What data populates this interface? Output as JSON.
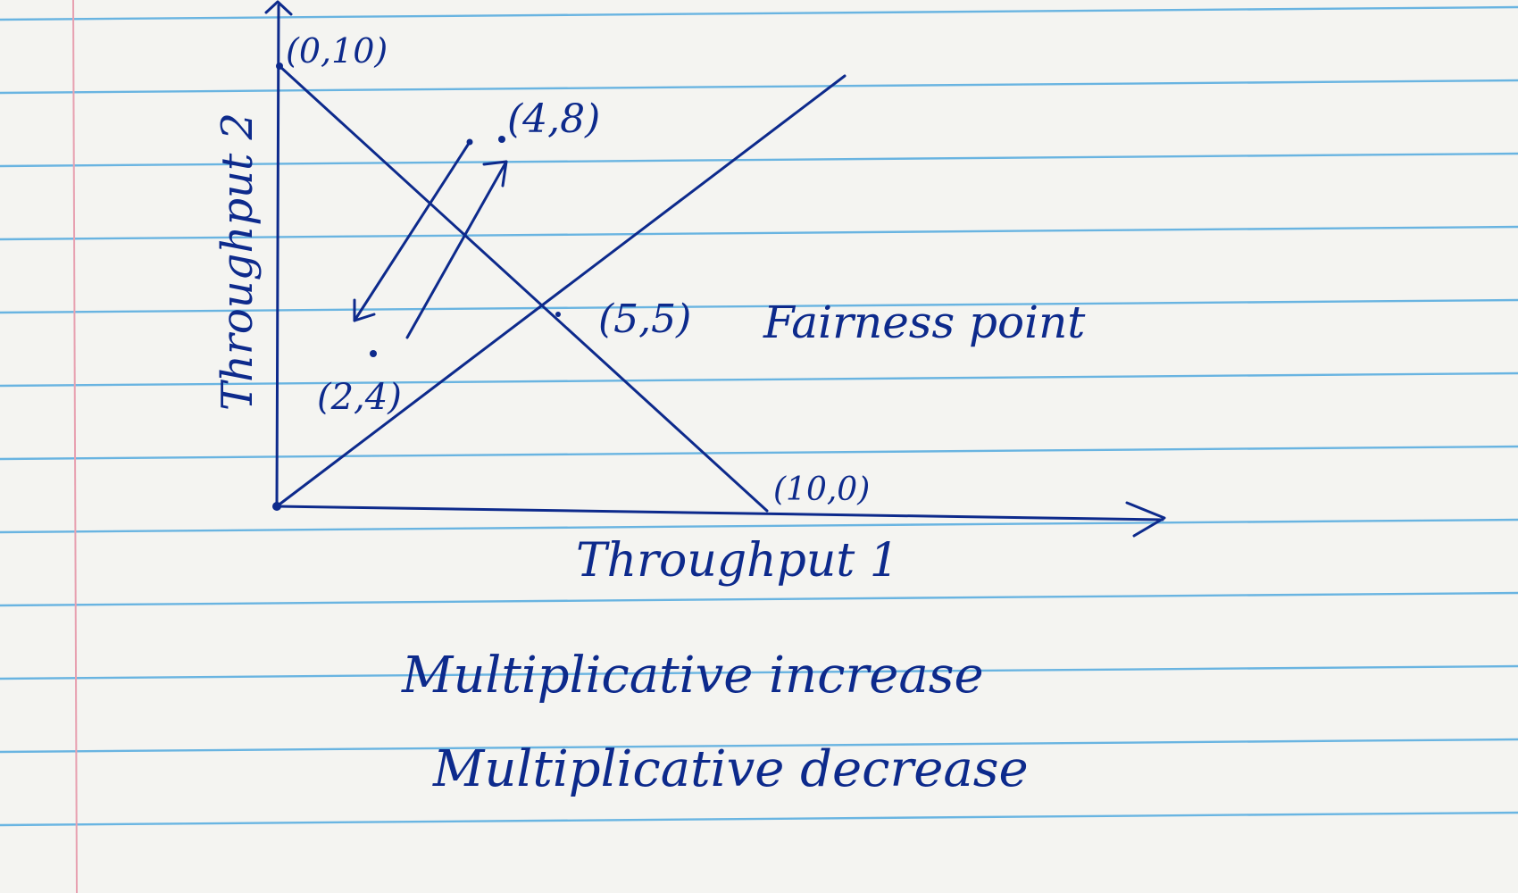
{
  "colors": {
    "paper": "#f4f4f1",
    "rule_line": "#5aaee0",
    "margin_line": "#e7a0b0",
    "ink": "#0d2a8c"
  },
  "axes": {
    "x_label": "Throughput 1",
    "y_label": "Throughput 2"
  },
  "points": {
    "p_0_10": "(0,10)",
    "p_4_8": "(4,8)",
    "p_5_5": "(5,5)",
    "p_2_4": "(2,4)",
    "p_10_0": "(10,0)"
  },
  "annotations": {
    "fairness": "Fairness point"
  },
  "caption": {
    "line1": "Multiplicative increase",
    "line2": "Multiplicative decrease"
  },
  "diagram": {
    "axis_range": [
      0,
      10
    ],
    "efficiency_line": {
      "from": [
        0,
        10
      ],
      "to": [
        10,
        0
      ]
    },
    "fairness_line": {
      "from": [
        0,
        0
      ],
      "through": [
        5,
        5
      ]
    },
    "path": [
      {
        "from": [
          2,
          4
        ],
        "to": [
          4,
          8
        ],
        "kind": "multiplicative-increase"
      },
      {
        "from": [
          4,
          8
        ],
        "to": [
          2,
          4
        ],
        "kind": "multiplicative-decrease"
      }
    ]
  }
}
